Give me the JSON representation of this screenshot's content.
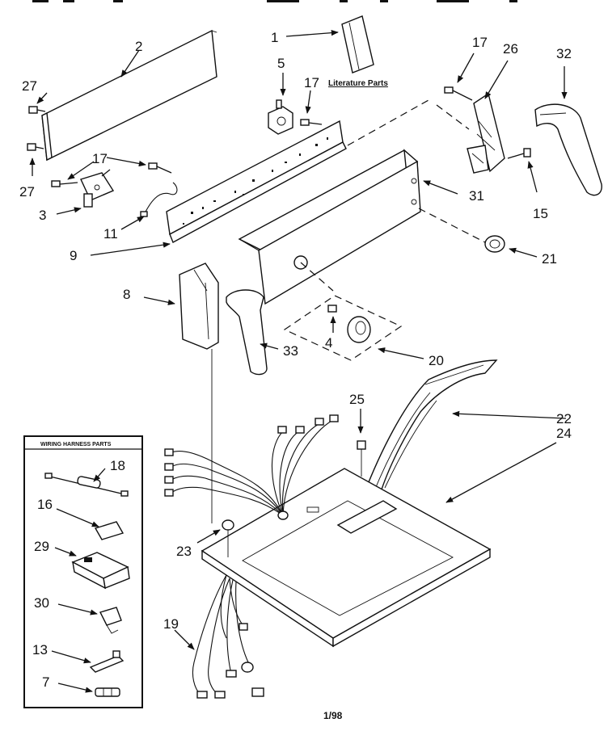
{
  "diagram": {
    "literature_parts_label": "Literature Parts",
    "wiring_harness_title": "WIRING HARNESS PARTS",
    "date_code": "1/98",
    "callouts": {
      "c1": "1",
      "c2": "2",
      "c3": "3",
      "c4": "4",
      "c5": "5",
      "c7": "7",
      "c8": "8",
      "c9": "9",
      "c11": "11",
      "c13": "13",
      "c15": "15",
      "c16": "16",
      "c17a": "17",
      "c17b": "17",
      "c17c": "17",
      "c18": "18",
      "c19": "19",
      "c20": "20",
      "c21": "21",
      "c22": "22",
      "c23": "23",
      "c24": "24",
      "c25": "25",
      "c26": "26",
      "c27a": "27",
      "c27b": "27",
      "c29": "29",
      "c30": "30",
      "c31": "31",
      "c32": "32",
      "c33": "33"
    }
  }
}
